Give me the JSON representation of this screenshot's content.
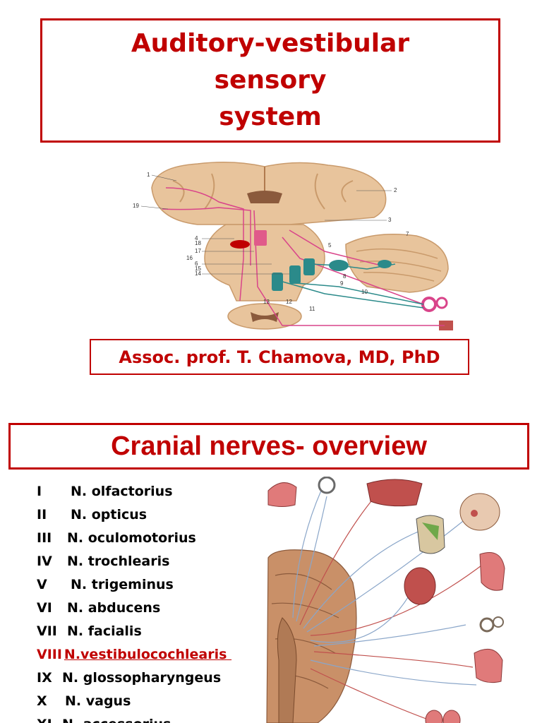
{
  "slide1": {
    "title_line1": "Auditory-vestibular sensory",
    "title_line2": "system",
    "author": "Assoc. prof. T. Chamova, MD, PhD",
    "figure_labels": [
      "1",
      "2",
      "3",
      "4",
      "5",
      "6",
      "7",
      "8",
      "9",
      "10",
      "11",
      "12",
      "13",
      "14",
      "15",
      "16",
      "17",
      "18",
      "19"
    ]
  },
  "slide2": {
    "title": "Cranial nerves- overview",
    "nerves": [
      {
        "num": "I",
        "name": "N. olfactorius"
      },
      {
        "num": "II",
        "name": "N. opticus"
      },
      {
        "num": "III",
        "name": "N. oculomotorius"
      },
      {
        "num": "IV",
        "name": "N. trochlearis"
      },
      {
        "num": "V",
        "name": "N. trigeminus"
      },
      {
        "num": "VI",
        "name": "N. abducens"
      },
      {
        "num": "VII",
        "name": "N. facialis"
      },
      {
        "num": "VIII",
        "name": "N.vestibulocochlearis"
      },
      {
        "num": "IX",
        "name": "N. glossopharyngeus"
      },
      {
        "num": "X",
        "name": "N. vagus"
      },
      {
        "num": "XI",
        "name": "N. accessorius"
      }
    ],
    "highlight_index": 7
  },
  "colors": {
    "accent": "#c00000",
    "tissue": "#e8c49c",
    "tissue_dark": "#c99a6b",
    "pathway_pink": "#d9448a",
    "pathway_teal": "#2b8a8a"
  }
}
